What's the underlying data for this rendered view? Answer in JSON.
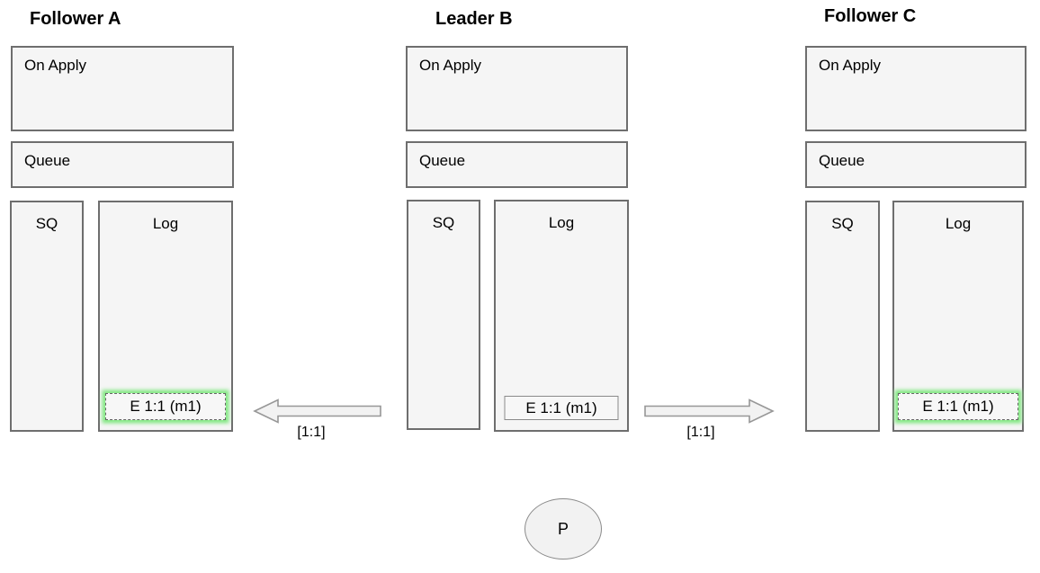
{
  "nodes": {
    "follower_a": {
      "title": "Follower A",
      "on_apply_label": "On Apply",
      "queue_label": "Queue",
      "sq_label": "SQ",
      "log_label": "Log",
      "log_entry": "E 1:1 (m1)",
      "entry_style": "dashed-green-glow"
    },
    "leader_b": {
      "title": "Leader B",
      "on_apply_label": "On Apply",
      "queue_label": "Queue",
      "sq_label": "SQ",
      "log_label": "Log",
      "log_entry": "E 1:1 (m1)",
      "entry_style": "solid"
    },
    "follower_c": {
      "title": "Follower C",
      "on_apply_label": "On Apply",
      "queue_label": "Queue",
      "sq_label": "SQ",
      "log_label": "Log",
      "log_entry": "E 1:1 (m1)",
      "entry_style": "dashed-green-glow"
    }
  },
  "arrows": {
    "leader_to_follower_a": {
      "label": "[1:1]",
      "direction": "left"
    },
    "leader_to_follower_c": {
      "label": "[1:1]",
      "direction": "right"
    }
  },
  "proposer": {
    "label": "P"
  },
  "colors": {
    "background": "#ffffff",
    "box_fill": "#f5f5f5",
    "box_border": "#6e6e6e",
    "entry_glow_green": "#84e884",
    "arrow_fill": "#f2f2f2",
    "arrow_border": "#999999",
    "text": "#000000"
  }
}
